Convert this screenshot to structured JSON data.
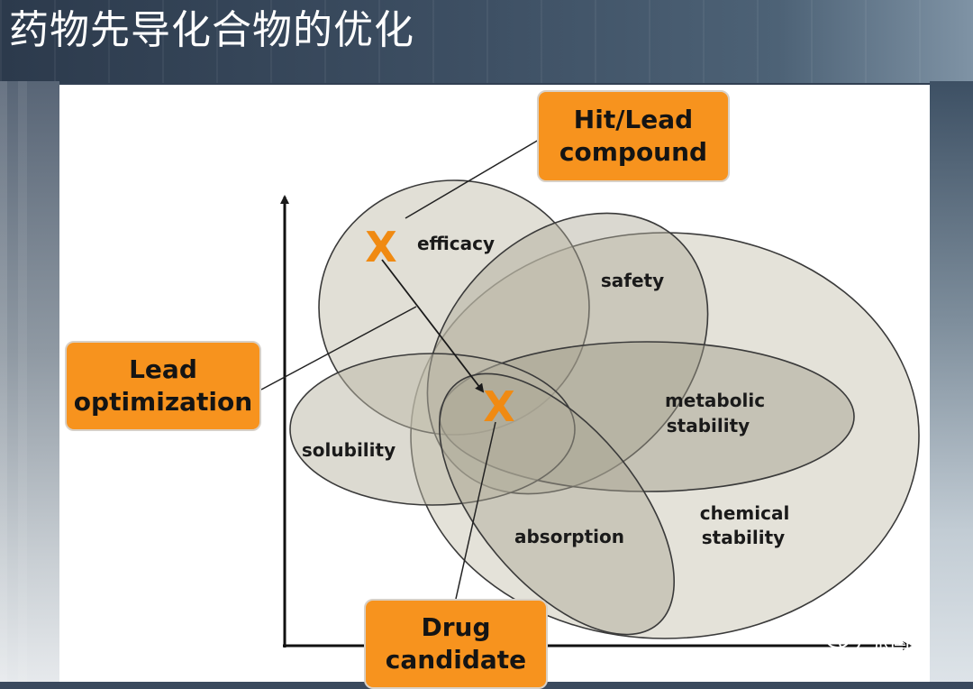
{
  "slide": {
    "title": "药物先导化合物的优化"
  },
  "diagram": {
    "ellipses": [
      {
        "id": "efficacy",
        "label": "efficacy"
      },
      {
        "id": "safety",
        "label": "safety"
      },
      {
        "id": "metabolic",
        "label": "metabolic\nstability"
      },
      {
        "id": "chemical",
        "label": "chemical\nstability"
      },
      {
        "id": "solubility",
        "label": "solubility"
      },
      {
        "id": "absorption",
        "label": "absorption"
      }
    ],
    "markers": {
      "start": "X",
      "end": "X"
    },
    "callouts": {
      "hit_lead": "Hit/Lead\ncompound",
      "lead_optimization": "Lead\noptimization",
      "drug_candidate": "Drug\ncandidate"
    },
    "colors": {
      "callout_fill": "#f7931e",
      "marker": "#f08a12",
      "ellipse_fill": "#c9c4b4"
    }
  },
  "watermark": {
    "icon": "wechat-icon",
    "text": "张国斌"
  }
}
